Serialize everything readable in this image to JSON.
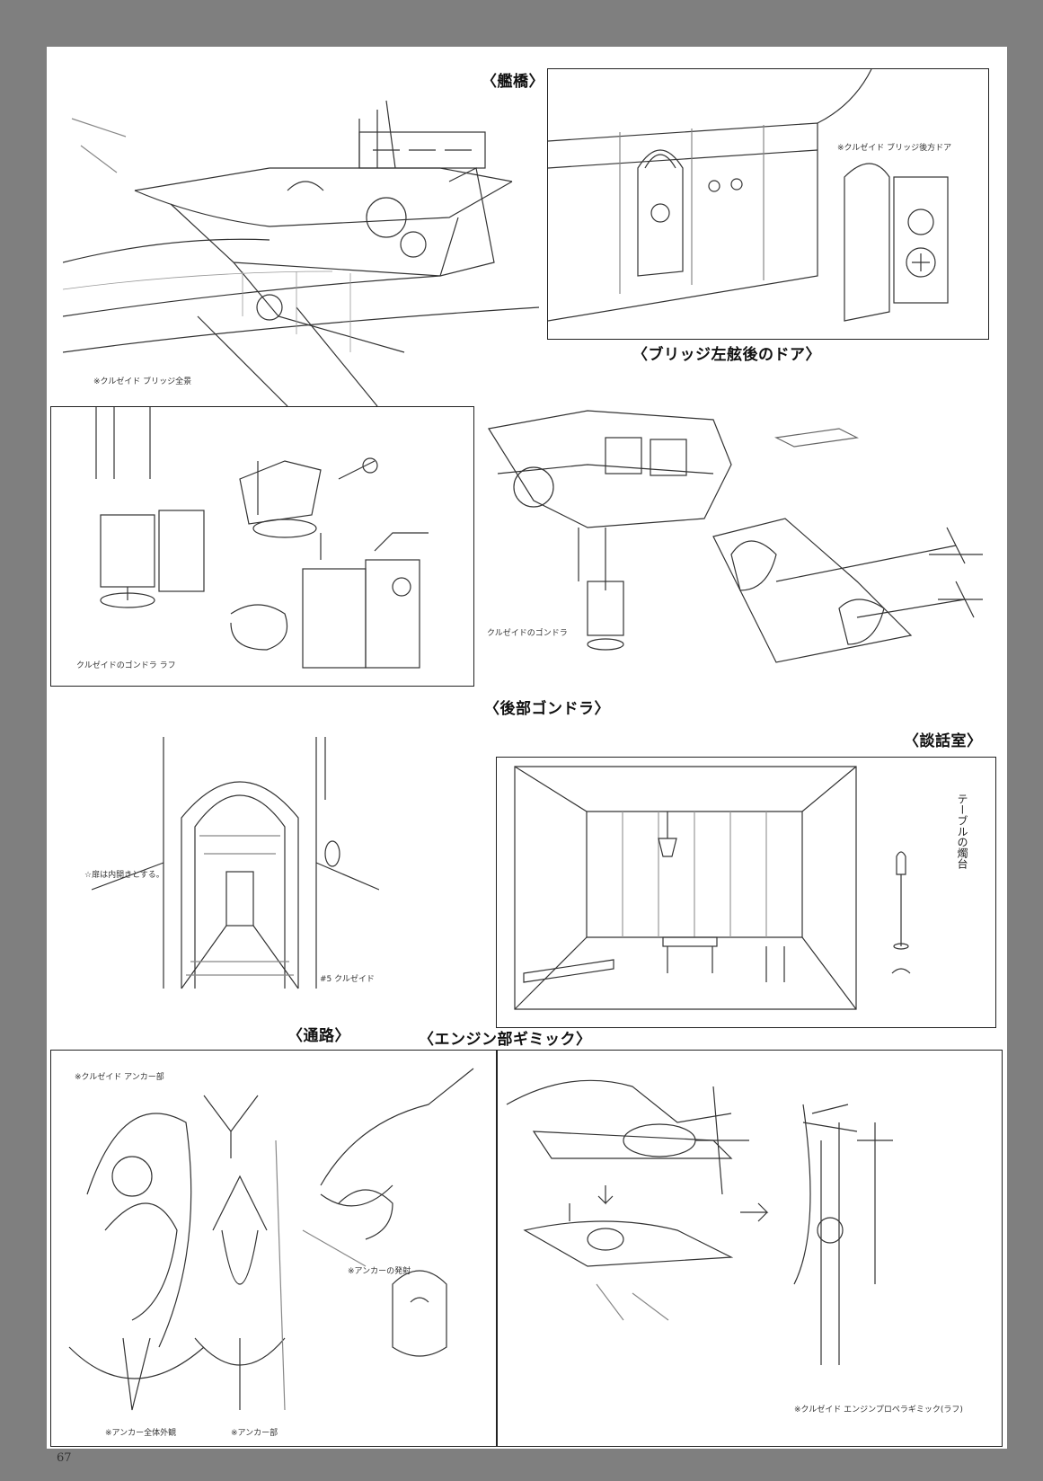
{
  "page": {
    "number": "67"
  },
  "captions": {
    "bridge": "〈艦橋〉",
    "bridge_door": "〈ブリッジ左舷後のドア〉",
    "rear_gondola": "〈後部ゴンドラ〉",
    "lounge": "〈談話室〉",
    "corridor": "〈通路〉",
    "engine_gimmick": "〈エンジン部ギミック〉"
  },
  "notes": {
    "bridge_sheet": "※クルゼイド ブリッジ全景",
    "bridge_door_sheet": "※クルゼイド ブリッジ後方ドア",
    "rear_gondola_rough": "クルゼイドのゴンドラ ラフ",
    "rear_gondola_exterior": "クルゼイドのゴンドラ",
    "corridor_note": "#5 クルゼイド",
    "corridor_side": "☆扉は内開きとする。",
    "lounge_side": "テーブルの燭台",
    "anchor_sheet": "※クルゼイド アンカー部",
    "anchor_whole": "※アンカー全体外観",
    "anchor_part": "※アンカー部",
    "anchor_launch": "※アンカーの発射",
    "engine_sheet": "※クルゼイド エンジンプロペラギミック(ラフ)"
  }
}
